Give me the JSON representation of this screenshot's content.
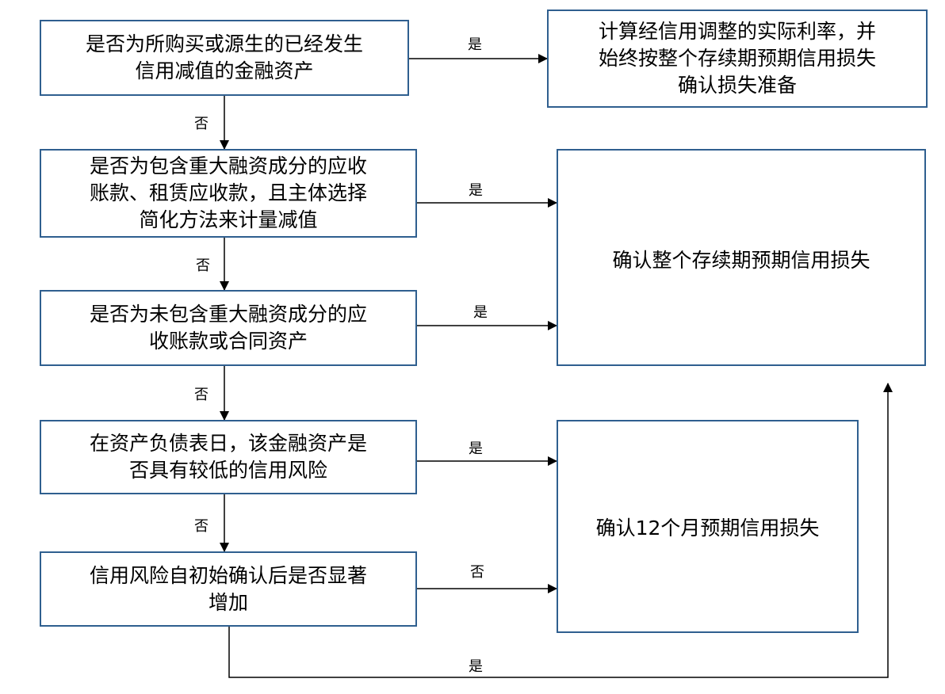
{
  "questions": [
    "是否为所购买或源生的已经发生\n信用减值的金融资产",
    "是否为包含重大融资成分的应收\n账款、租赁应收款，且主体选择\n简化方法来计量减值",
    "是否为未包含重大融资成分的应\n收账款或合同资产",
    "在资产负债表日，该金融资产是\n否具有较低的信用风险",
    "信用风险自初始确认后是否显著\n增加"
  ],
  "outcomes": {
    "effective_rate": "计算经信用调整的实际利率，并\n始终按整个存续期预期信用损失\n确认损失准备",
    "lifetime": "确认整个存续期预期信用损失",
    "twelve_month": "确认12个月预期信用损失"
  },
  "labels": {
    "yes": "是",
    "no": "否"
  },
  "colors": {
    "box_border": "#2f5f8f",
    "line": "#000000"
  }
}
